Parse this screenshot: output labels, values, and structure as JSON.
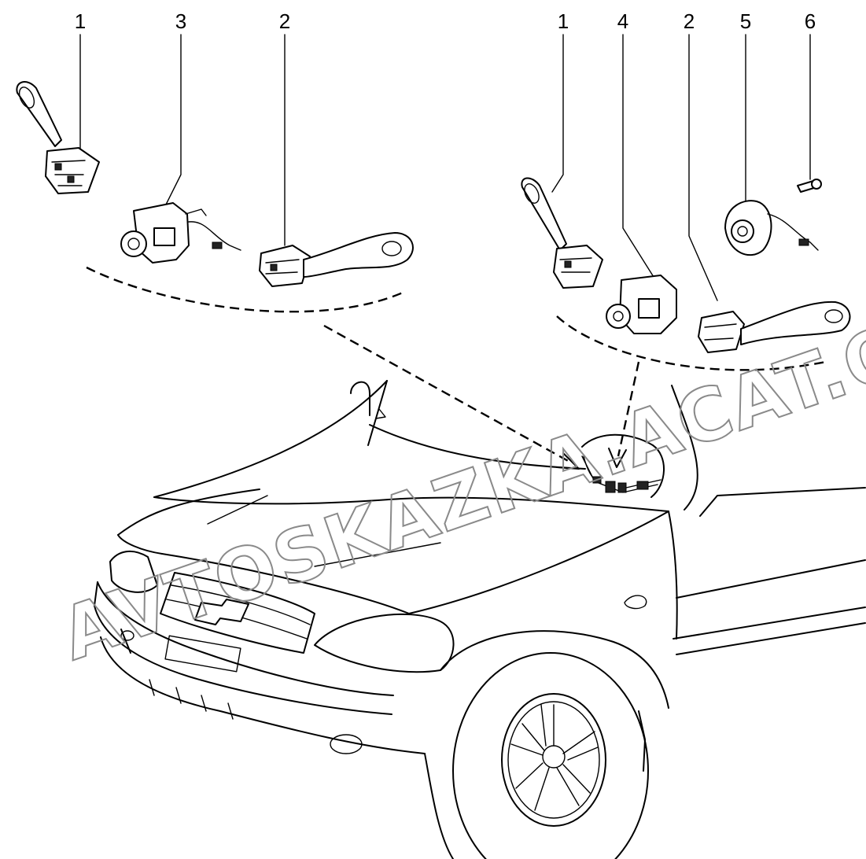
{
  "callouts": {
    "left_1": "1",
    "left_3": "3",
    "left_2": "2",
    "right_1": "1",
    "right_4": "4",
    "right_2": "2",
    "right_5": "5",
    "right_6": "6"
  },
  "watermark": "AVTOSKAZKA.ACAT.ONLINE"
}
